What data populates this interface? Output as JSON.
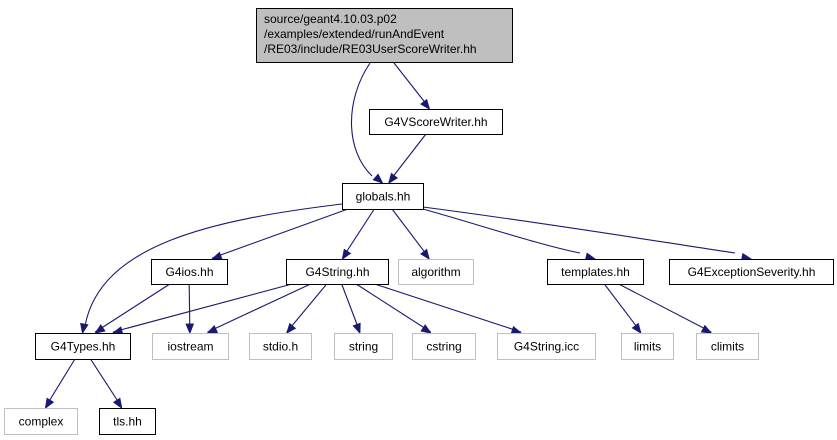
{
  "graph": {
    "title_lines": [
      "source/geant4.10.03.p02",
      "/examples/extended/runAndEvent",
      "/RE03/include/RE03UserScoreWriter.hh"
    ],
    "colors": {
      "edge": "#191970",
      "root_fill": "#bfbfbf",
      "box_border": "#000000",
      "missing_border": "#bfbfbf"
    },
    "nodes": [
      {
        "id": "root",
        "label": "source/geant4.10.03.p02\n/examples/extended/runAndEvent\n/RE03/include/RE03UserScoreWriter.hh",
        "style": "root"
      },
      {
        "id": "g4vscorewriter",
        "label": "G4VScoreWriter.hh",
        "style": "normal"
      },
      {
        "id": "globals",
        "label": "globals.hh",
        "style": "normal"
      },
      {
        "id": "g4ios",
        "label": "G4ios.hh",
        "style": "normal"
      },
      {
        "id": "g4string",
        "label": "G4String.hh",
        "style": "normal"
      },
      {
        "id": "algorithm",
        "label": "algorithm",
        "style": "missing"
      },
      {
        "id": "templates",
        "label": "templates.hh",
        "style": "normal"
      },
      {
        "id": "g4exception",
        "label": "G4ExceptionSeverity.hh",
        "style": "normal"
      },
      {
        "id": "g4types",
        "label": "G4Types.hh",
        "style": "normal"
      },
      {
        "id": "iostream",
        "label": "iostream",
        "style": "missing"
      },
      {
        "id": "stdio",
        "label": "stdio.h",
        "style": "missing"
      },
      {
        "id": "string",
        "label": "string",
        "style": "missing"
      },
      {
        "id": "cstring",
        "label": "cstring",
        "style": "missing"
      },
      {
        "id": "g4stringicc",
        "label": "G4String.icc",
        "style": "missing"
      },
      {
        "id": "limits",
        "label": "limits",
        "style": "missing"
      },
      {
        "id": "climits",
        "label": "climits",
        "style": "missing"
      },
      {
        "id": "complex",
        "label": "complex",
        "style": "missing"
      },
      {
        "id": "tls",
        "label": "tls.hh",
        "style": "normal"
      }
    ],
    "edges": [
      {
        "from": "root",
        "to": "g4vscorewriter"
      },
      {
        "from": "root",
        "to": "globals"
      },
      {
        "from": "g4vscorewriter",
        "to": "globals"
      },
      {
        "from": "globals",
        "to": "g4ios"
      },
      {
        "from": "globals",
        "to": "g4string"
      },
      {
        "from": "globals",
        "to": "algorithm"
      },
      {
        "from": "globals",
        "to": "templates"
      },
      {
        "from": "globals",
        "to": "g4exception"
      },
      {
        "from": "globals",
        "to": "g4types"
      },
      {
        "from": "g4ios",
        "to": "g4types"
      },
      {
        "from": "g4ios",
        "to": "iostream"
      },
      {
        "from": "g4string",
        "to": "g4types"
      },
      {
        "from": "g4string",
        "to": "iostream"
      },
      {
        "from": "g4string",
        "to": "stdio"
      },
      {
        "from": "g4string",
        "to": "string"
      },
      {
        "from": "g4string",
        "to": "cstring"
      },
      {
        "from": "g4string",
        "to": "g4stringicc"
      },
      {
        "from": "templates",
        "to": "limits"
      },
      {
        "from": "templates",
        "to": "climits"
      },
      {
        "from": "g4types",
        "to": "complex"
      },
      {
        "from": "g4types",
        "to": "tls"
      }
    ]
  }
}
